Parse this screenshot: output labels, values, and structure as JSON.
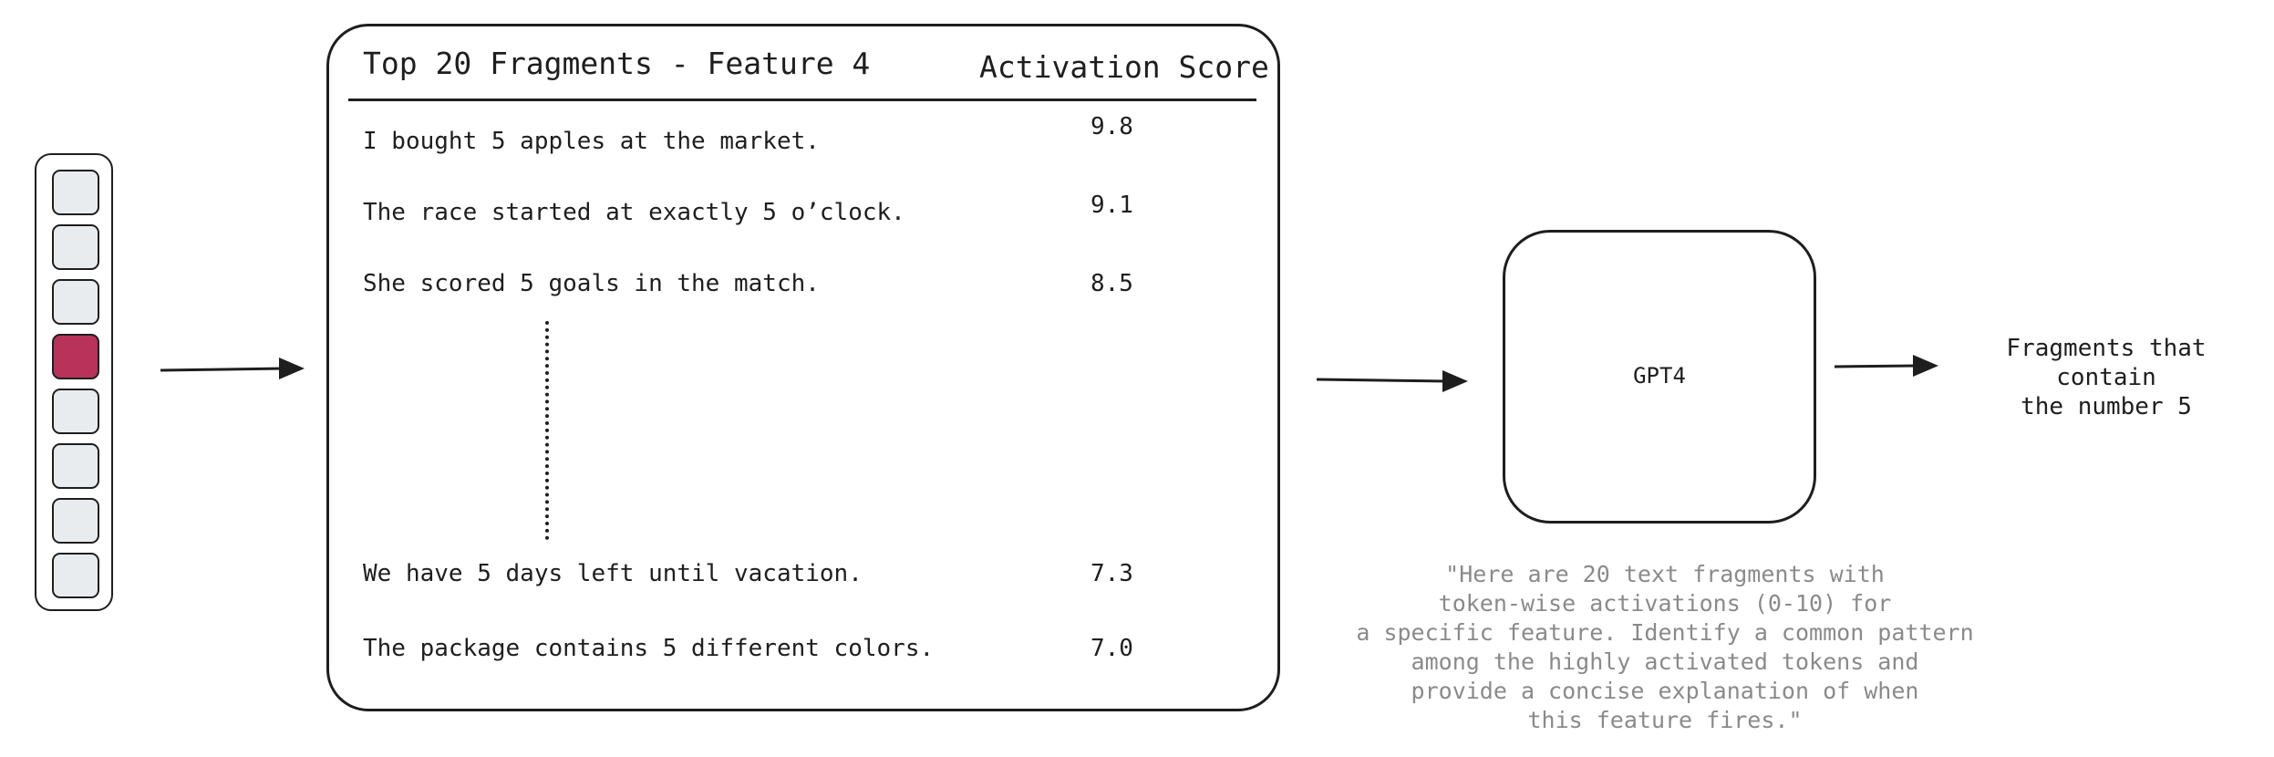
{
  "feature_vector": {
    "cells": 8,
    "active_index": 3,
    "active_color": "#b8325a",
    "inactive_color": "#e9ecef"
  },
  "fragments_panel": {
    "title": "Top 20 Fragments - Feature 4",
    "score_header": "Activation Score",
    "rows": [
      {
        "text": "I bought 5 apples at the market.",
        "score": "9.8"
      },
      {
        "text": "The race started at exactly 5 o’clock.",
        "score": "9.1"
      },
      {
        "text": "She scored 5 goals in the match.",
        "score": "8.5"
      },
      {
        "text": "We have 5 days left until vacation.",
        "score": "7.3"
      },
      {
        "text": "The package contains 5 different colors.",
        "score": "7.0"
      }
    ]
  },
  "model": {
    "label": "GPT4"
  },
  "prompt": "\"Here are 20 text fragments with\ntoken-wise activations (0-10) for\na specific feature. Identify a common pattern\namong the highly activated tokens and\nprovide a concise explanation of when\nthis feature fires.\"",
  "output": "Fragments that contain\nthe number 5"
}
